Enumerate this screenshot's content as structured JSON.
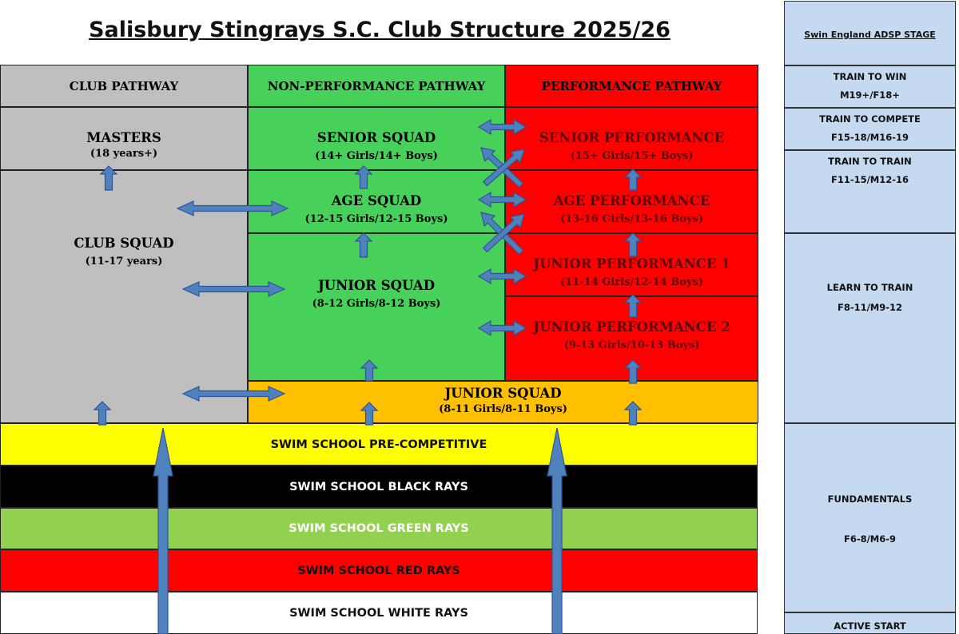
{
  "title": "Salisbury Stingrays S.C. Club Structure 2025/26",
  "columns": {
    "club": "CLUB PATHWAY",
    "non_performance": "NON-PERFORMANCE PATHWAY",
    "performance": "PERFORMANCE PATHWAY"
  },
  "club_pathway": {
    "masters": {
      "name": "MASTERS",
      "ages": "(18 years+)"
    },
    "club_squad": {
      "name": "CLUB SQUAD",
      "ages": "(11-17 years)"
    }
  },
  "non_performance": {
    "senior": {
      "name": "SENIOR SQUAD",
      "ages": "(14+ Girls/14+ Boys)"
    },
    "age": {
      "name": "AGE SQUAD",
      "ages": "(12-15 Girls/12-15 Boys)"
    },
    "junior": {
      "name": "JUNIOR SQUAD",
      "ages": "(8-12 Girls/8-12 Boys)"
    }
  },
  "performance": {
    "senior": {
      "name": "SENIOR PERFORMANCE",
      "ages": "(15+ Girls/15+ Boys)"
    },
    "age": {
      "name": "AGE PERFORMANCE",
      "ages": "(13-16 Girls/13-16 Boys)"
    },
    "junior1": {
      "name": "JUNIOR PERFORMANCE 1",
      "ages": "(11-14 Girls/12-14 Boys)"
    },
    "junior2": {
      "name": "JUNIOR PERFORMANCE 2",
      "ages": "(9-13 Girls/10-13 Boys)"
    }
  },
  "junior_squad_entry": {
    "name": "JUNIOR SQUAD",
    "ages": "(8-11 Girls/8-11 Boys)"
  },
  "swim_school": [
    {
      "label": "SWIM SCHOOL PRE-COMPETITIVE",
      "color": "#ffff00",
      "text_color": "#111111"
    },
    {
      "label": "SWIM SCHOOL BLACK RAYS",
      "color": "#000000",
      "text_color": "#ffffff"
    },
    {
      "label": "SWIM SCHOOL GREEN RAYS",
      "color": "#92d050",
      "text_color": "#ffffff"
    },
    {
      "label": "SWIM SCHOOL RED RAYS",
      "color": "#ff0000",
      "text_color": "#111111"
    },
    {
      "label": "SWIM SCHOOL WHITE RAYS",
      "color": "#ffffff",
      "text_color": "#111111"
    }
  ],
  "adsp": {
    "header": "Swin England  ADSP STAGE",
    "stages": [
      {
        "name": "TRAIN TO WIN",
        "ages": "M19+/F18+"
      },
      {
        "name": "TRAIN TO COMPETE",
        "ages": "F15-18/M16-19"
      },
      {
        "name": "TRAIN TO TRAIN",
        "ages": "F11-15/M12-16"
      },
      {
        "name": "LEARN TO TRAIN",
        "ages": "F8-11/M9-12"
      },
      {
        "name": "FUNDAMENTALS",
        "ages": "F6-8/M6-9"
      },
      {
        "name": "ACTIVE START",
        "ages": ""
      }
    ]
  },
  "colors": {
    "club": "#bfbfbf",
    "non_performance": "#47d15b",
    "performance": "#ff0000",
    "junior_entry": "#ffc000",
    "adsp": "#c5d9f1",
    "arrow": "#4f81bd",
    "arrow_stroke": "#2f5496"
  }
}
